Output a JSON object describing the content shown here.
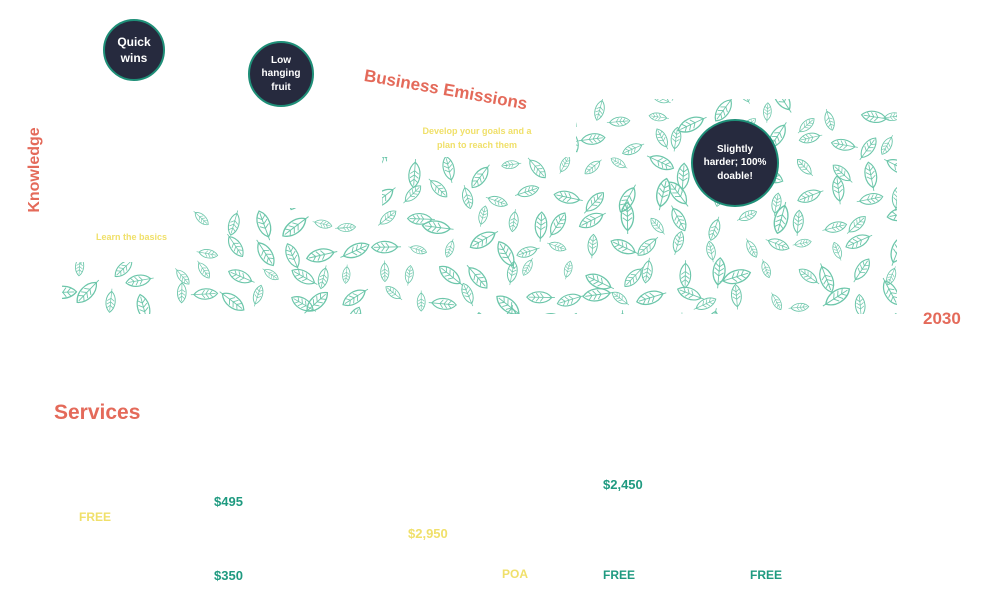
{
  "diagram": {
    "y_axis_label": "Knowledge",
    "title": "Business Emissions",
    "target_year": "2030",
    "bubbles": [
      {
        "text": "Quick wins"
      },
      {
        "text": "Low hanging fruit"
      },
      {
        "text": "Slightly harder; 100% doable!"
      }
    ],
    "step_labels": [
      {
        "text": "Learn the basics"
      },
      {
        "text": "Develop your goals and a plan to reach them"
      }
    ]
  },
  "services": {
    "heading": "Services",
    "prices": [
      "FREE",
      "$495",
      "$350",
      "$2,950",
      "POA",
      "$2,450",
      "FREE",
      "FREE"
    ]
  },
  "colors": {
    "accent_coral": "#e46a5a",
    "bubble_navy": "#262a3e",
    "leaf_green": "#6cc6aa",
    "price_teal": "#1f9a80",
    "label_yellow": "#f0e06a"
  }
}
